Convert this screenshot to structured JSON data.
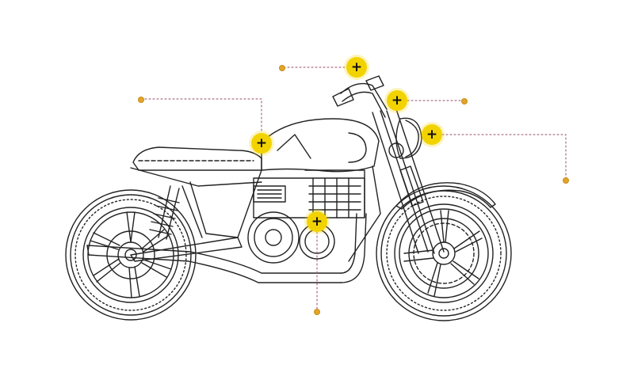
{
  "hotspots": [
    {
      "id": "handlebar",
      "symbol": "+"
    },
    {
      "id": "headlight-top",
      "symbol": "+"
    },
    {
      "id": "headlight",
      "symbol": "+"
    },
    {
      "id": "seat-tank",
      "symbol": "+"
    },
    {
      "id": "engine",
      "symbol": "+"
    }
  ],
  "colors": {
    "hotspot": "#f2d300",
    "leader_line": "#9a4a6a",
    "endpoint": "#e0a52a",
    "line_art": "#222222"
  },
  "icons": {
    "hotspot": "plus-icon"
  }
}
